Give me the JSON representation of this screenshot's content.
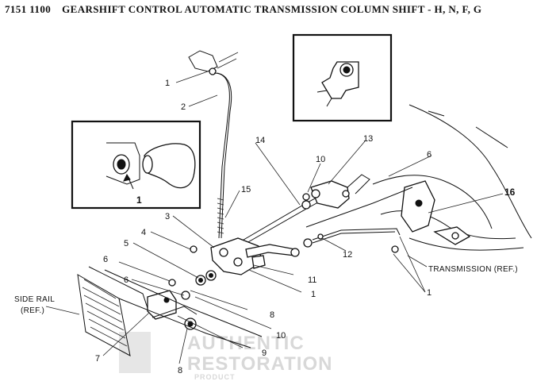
{
  "header": {
    "part_number": "7151 1100",
    "title": "GEARSHIFT CONTROL AUTOMATIC TRANSMISSION COLUMN SHIFT - H, N, F, G"
  },
  "callouts": {
    "c1_top": "1",
    "c2": "2",
    "c3": "3",
    "c4": "4",
    "c5": "5",
    "c6_left": "6",
    "c7": "7",
    "c8_bottom": "8",
    "c8_mid": "8",
    "c9": "9",
    "c10_mid": "10",
    "c10_top": "10",
    "c11": "11",
    "c1_mid": "1",
    "c12": "12",
    "c13": "13",
    "c14": "14",
    "c15": "15",
    "c6_right": "6",
    "c16": "16",
    "c1_right": "1",
    "c1_inset": "1"
  },
  "labels": {
    "side_rail_1": "SIDE RAIL",
    "side_rail_2": "(REF.)",
    "transmission": "TRANSMISSION (REF.)"
  },
  "watermark": {
    "line1": "AUTHENTIC",
    "line2": "RESTORATION",
    "line3": "PRODUCT"
  }
}
